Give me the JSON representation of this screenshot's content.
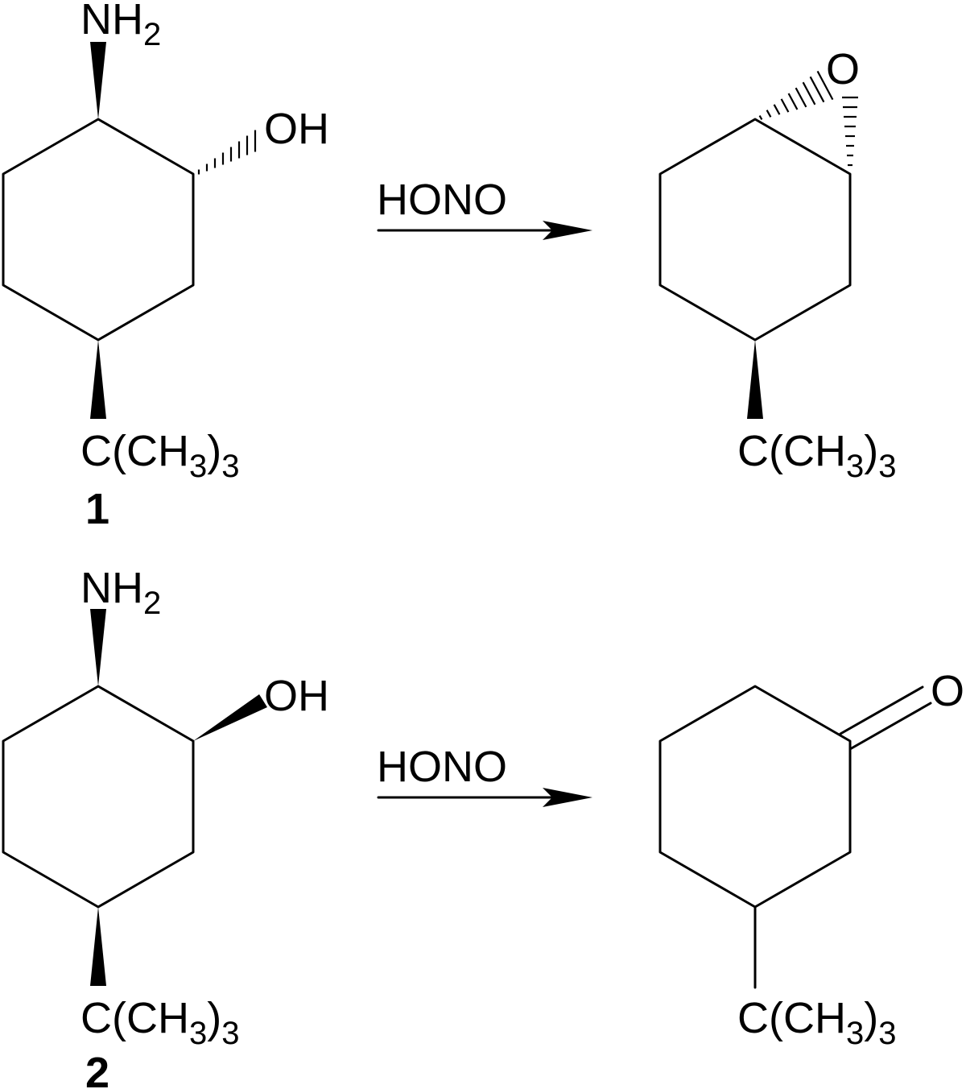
{
  "reactions": [
    {
      "reactant": {
        "amine": {
          "base": "NH",
          "sub": "2"
        },
        "hydroxyl": "OH",
        "tbutyl": {
          "a": "C(CH",
          "b": "3",
          "c": ")",
          "d": "3"
        },
        "number": "1"
      },
      "reagent": "HONO",
      "product": {
        "oxygen": "O",
        "tbutyl": {
          "a": "C(CH",
          "b": "3",
          "c": ")",
          "d": "3"
        }
      }
    },
    {
      "reactant": {
        "amine": {
          "base": "NH",
          "sub": "2"
        },
        "hydroxyl": "OH",
        "tbutyl": {
          "a": "C(CH",
          "b": "3",
          "c": ")",
          "d": "3"
        },
        "number": "2"
      },
      "reagent": "HONO",
      "product": {
        "oxygen": "O",
        "tbutyl": {
          "a": "C(CH",
          "b": "3",
          "c": ")",
          "d": "3"
        }
      }
    }
  ]
}
